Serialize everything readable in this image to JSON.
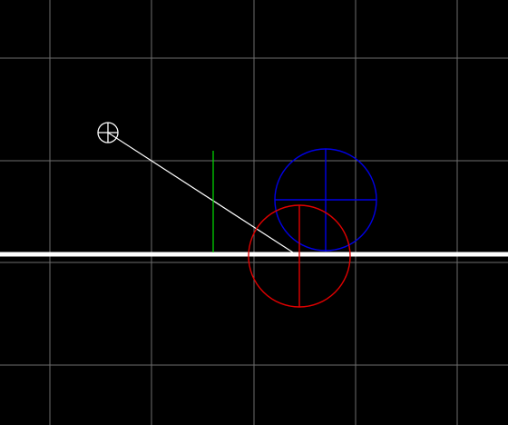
{
  "canvas": {
    "background": "#000000",
    "grid_color": "#6e6e6e",
    "grid_visible": true
  },
  "objects": [
    {
      "kind": "ground-line",
      "color": "#ffffff"
    },
    {
      "kind": "guide-line",
      "color": "#ffffff"
    },
    {
      "kind": "vertical-marker",
      "color": "#00e000"
    },
    {
      "kind": "blue-circle",
      "color": "#0000e6"
    },
    {
      "kind": "red-circle",
      "color": "#e00000"
    },
    {
      "kind": "crosshair-target",
      "icon": "crosshair-icon",
      "color": "#ffffff"
    }
  ]
}
